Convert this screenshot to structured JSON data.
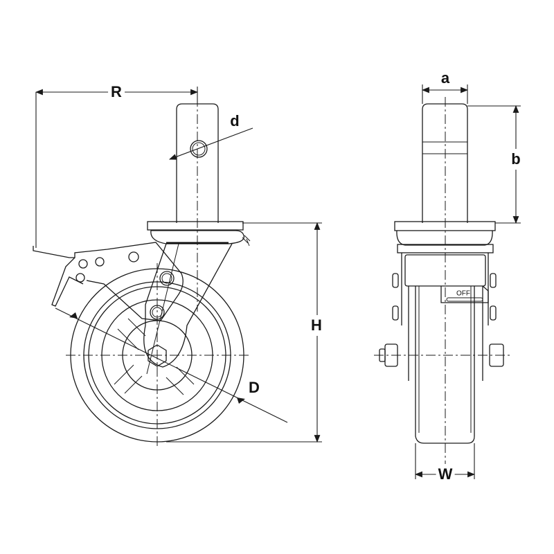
{
  "dimensions": {
    "R": "R",
    "d": "d",
    "H": "H",
    "D": "D",
    "a": "a",
    "b": "b",
    "W": "W"
  },
  "brake_label": "OFF",
  "colors": {
    "line": "#1a1a1a",
    "background": "#ffffff"
  }
}
